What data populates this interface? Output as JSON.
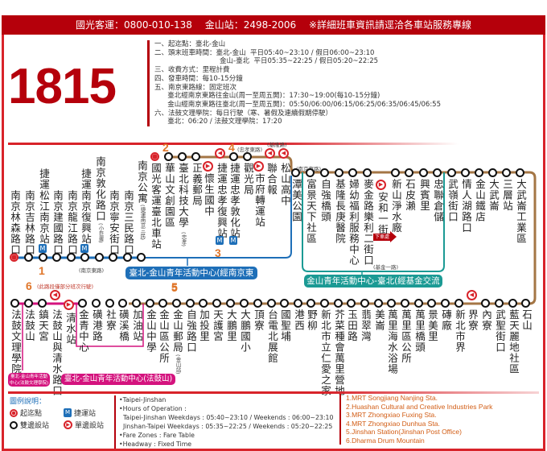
{
  "header": {
    "contact_line": "國光客運：0800-010-138　 金山站：2498-2006　 ※詳細班車資訊請逕洽各車站服務專線"
  },
  "route": {
    "number": "1815"
  },
  "info_lines": [
    "一、起迄點：臺北-金山",
    "二、頭末班車時間：臺北-金山  平日05:40~23:10 / 假日06:00~23:10",
    "                              金山-臺北  平日05:35~22:25 / 假日05:20~22:25",
    "三、收費方式：里程計費",
    "四、發車時間：每10-15分鐘",
    "五、南京東路線：固定班次",
    "      臺北經南京東路往金山(周一至周五開)：17:30~19:00(每10-15分鐘)",
    "      金山經南京東路往臺北(周一至周五開)：05:50/06:00/06:15/06:25/06:35/06:45/06:55",
    "六、法鼓文理學院：每日行駛（寒、暑假及連續假期停駛）",
    "      臺北：06:20 / 法鼓文理學院：17:20"
  ],
  "colors": {
    "brand_red": "#b5000b",
    "main_line": "#a47645",
    "nanjing_line": "#1e6fb8",
    "jijin_line": "#1b9a94",
    "fagu_line": "#d4137e",
    "marker_orange": "#e0762a"
  },
  "stops_row1": [
    {
      "name": "南京林森路口",
      "type": "terminal"
    },
    {
      "name": "南京吉林路口",
      "type": "both"
    },
    {
      "name": "捷運松江南京站",
      "type": "both",
      "mrt": true
    },
    {
      "name": "南京建國路口",
      "type": "both"
    },
    {
      "name": "南京龍江路口",
      "type": "both"
    },
    {
      "name": "捷運南京復興站",
      "type": "both",
      "mrt": true
    },
    {
      "name": "南京敦化路口",
      "type": "both",
      "note": "(小巨蛋)"
    },
    {
      "name": "南京寧安街口",
      "type": "both"
    },
    {
      "name": "南京三民路口",
      "type": "both"
    },
    {
      "name": "南京公寓",
      "type": "both",
      "note": "(捷運南京三民)"
    }
  ],
  "stops_row1_main": [
    {
      "name": "國光客運臺北車站",
      "type": "terminal"
    },
    {
      "name": "華山文創園區",
      "type": "both"
    },
    {
      "name": "臺北科技大學",
      "type": "both",
      "note": "(忠孝)"
    },
    {
      "name": "正義郵局",
      "type": "both"
    },
    {
      "name": "懷生國中",
      "type": "oneway"
    },
    {
      "name": "捷運忠孝復興站",
      "type": "oneway",
      "mrt": true
    },
    {
      "name": "捷運忠孝敦化站",
      "type": "both",
      "mrt": true
    },
    {
      "name": "觀光局",
      "type": "both"
    },
    {
      "name": "市府轉運站",
      "type": "oneway"
    },
    {
      "name": "聯合報",
      "type": "oneway"
    },
    {
      "name": "松山高中",
      "type": "oneway"
    }
  ],
  "stops_row1_right": [
    {
      "name": "潭美公園",
      "type": "both"
    },
    {
      "name": "富景天下社區",
      "type": "both"
    },
    {
      "name": "自強橋頭",
      "type": "both"
    },
    {
      "name": "基隆長庚醫院",
      "type": "both"
    },
    {
      "name": "婦幼福利服務中心",
      "type": "both"
    },
    {
      "name": "麥金路樂利二街口",
      "type": "both"
    },
    {
      "name": "安和一街",
      "type": "oneway"
    },
    {
      "name": "新山淨水廠",
      "type": "both"
    },
    {
      "name": "石皮瀨",
      "type": "both"
    },
    {
      "name": "興賓里",
      "type": "both"
    },
    {
      "name": "忠聯倉儲",
      "type": "both"
    },
    {
      "name": "武嶺街口",
      "type": "both"
    },
    {
      "name": "情人湖路口",
      "type": "both"
    },
    {
      "name": "金山鐵店",
      "type": "both"
    },
    {
      "name": "大武崙",
      "type": "both"
    },
    {
      "name": "三層站",
      "type": "both"
    },
    {
      "name": "大武崙工業區",
      "type": "both"
    }
  ],
  "stops_row2": [
    {
      "name": "法鼓文理學院",
      "type": "both"
    },
    {
      "name": "法鼓山",
      "type": "both"
    },
    {
      "name": "鎮天宮",
      "type": "both"
    },
    {
      "name": "法鼓山與清水路口",
      "type": "oneway"
    },
    {
      "name": "清水站",
      "type": "oneway"
    },
    {
      "name": "金青中心",
      "type": "both"
    },
    {
      "name": "磺港路",
      "type": "both"
    },
    {
      "name": "社寮",
      "type": "both"
    },
    {
      "name": "磺溪橋",
      "type": "both"
    },
    {
      "name": "加油站",
      "type": "both"
    },
    {
      "name": "金山中學",
      "type": "both"
    },
    {
      "name": "金山區公所",
      "type": "both"
    },
    {
      "name": "金山郵局",
      "type": "both",
      "note": "(金山站)"
    },
    {
      "name": "自強路口",
      "type": "both"
    },
    {
      "name": "加投里",
      "type": "both"
    },
    {
      "name": "天護宮",
      "type": "both"
    },
    {
      "name": "大鵬里",
      "type": "both"
    },
    {
      "name": "大鵬國小",
      "type": "both"
    },
    {
      "name": "頂寮",
      "type": "both"
    },
    {
      "name": "台電北展館",
      "type": "both"
    },
    {
      "name": "國聖埔",
      "type": "both"
    },
    {
      "name": "港西",
      "type": "both"
    },
    {
      "name": "野柳",
      "type": "both"
    },
    {
      "name": "新北市立仁愛之家",
      "type": "both"
    },
    {
      "name": "芥菜種會萬里營地",
      "type": "both"
    },
    {
      "name": "玉田路",
      "type": "both"
    },
    {
      "name": "翡翠灣",
      "type": "both"
    },
    {
      "name": "美崙",
      "type": "both"
    },
    {
      "name": "萬里海水浴場",
      "type": "both"
    },
    {
      "name": "萬里區公所",
      "type": "both"
    },
    {
      "name": "萬里橋頭",
      "type": "both"
    },
    {
      "name": "景美里",
      "type": "both"
    },
    {
      "name": "磚廠",
      "type": "both"
    },
    {
      "name": "新北市界",
      "type": "both"
    },
    {
      "name": "界寮",
      "type": "oneway"
    },
    {
      "name": "內寮",
      "type": "both"
    },
    {
      "name": "武聖街口",
      "type": "both"
    },
    {
      "name": "藍天麗地社區",
      "type": "both"
    },
    {
      "name": "石山",
      "type": "both"
    }
  ],
  "annotations": {
    "nanjing_road": "(南京東路)",
    "nanjing_road2": "(南京東路)",
    "zhongxiao_road": "(忠孝東路)",
    "jilong_road": "(基隆路)",
    "jijin_road": "(基金一路)",
    "partial_service": "(此路段僅部分班次行駛)",
    "alight": "下車處",
    "markers": [
      "1",
      "2",
      "3",
      "4",
      "5",
      "6",
      "5"
    ]
  },
  "branch_labels": {
    "nanjing": "臺北-金山青年活動中心(經南京東路)",
    "jijin": "金山青年活動中心-臺北(經基金交流道)",
    "fagushan": "臺北-金山青年活動中心(法鼓山)",
    "fagu_college_1": "臺北-金山青年活動",
    "fagu_college_2": "中心(法鼓文理學院)"
  },
  "legend": {
    "title": "圖例說明：",
    "terminal": "起迄點",
    "mrt": "捷運站",
    "both_ways": "雙邊設站",
    "one_way": "單邊設站",
    "mrt_glyph": "M"
  },
  "english_info": [
    "•Taipei-Jinshan",
    "•Hours of Operation :",
    "  Taipei-Jinshan Weekdays : 05:40~23:10 / Weekends : 06:00~23:10",
    "  Jinshan-Taipei Weekdays : 05:35~22:25 / Weekends : 05:20~22:25",
    "•Fare Zones : Fare Table",
    "•Headway : Fixed Time"
  ],
  "english_stops": [
    "1.MRT Songjiang Nanjing Sta.",
    "2.Huashan Cultural and Creative Industries Park",
    "3.MRT Zhongxiao Fuxing Sta.",
    "4.MRT Zhongxiao Dunhua Sta.",
    "5.Jinshan Station(Jinshan Post Office)",
    "6.Dharma Drum Mountain"
  ]
}
